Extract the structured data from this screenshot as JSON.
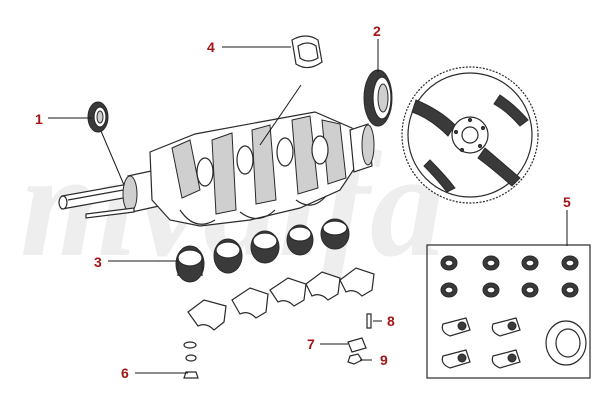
{
  "watermark": {
    "text": "mvalfa"
  },
  "callouts": [
    {
      "id": "1",
      "label": "1"
    },
    {
      "id": "2",
      "label": "2"
    },
    {
      "id": "3",
      "label": "3"
    },
    {
      "id": "4",
      "label": "4"
    },
    {
      "id": "5",
      "label": "5"
    },
    {
      "id": "6",
      "label": "6"
    },
    {
      "id": "7",
      "label": "7"
    },
    {
      "id": "8",
      "label": "8"
    },
    {
      "id": "9",
      "label": "9"
    }
  ],
  "colors": {
    "callout": "#a31515",
    "watermark": "#eeeeee",
    "ink": "#2a2a2a",
    "shade": "#cfcfcf"
  }
}
